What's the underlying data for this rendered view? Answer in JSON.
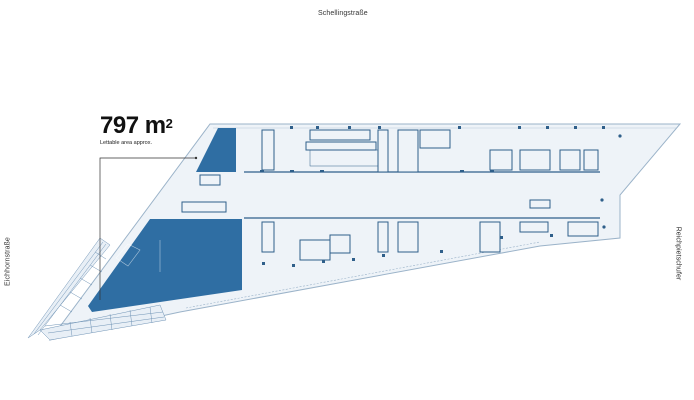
{
  "streets": {
    "top": "Schellingstraße",
    "left": "Eichhornstraße",
    "right": "Reichpietschufer"
  },
  "area": {
    "value": "797 m",
    "unit_sup": "2",
    "subtitle": "Lettable area approx."
  },
  "colors": {
    "highlight": "#2f6ea3",
    "floor_fill": "#eef3f8",
    "line": "#2f5f8a",
    "outline": "#9bb3c9"
  }
}
